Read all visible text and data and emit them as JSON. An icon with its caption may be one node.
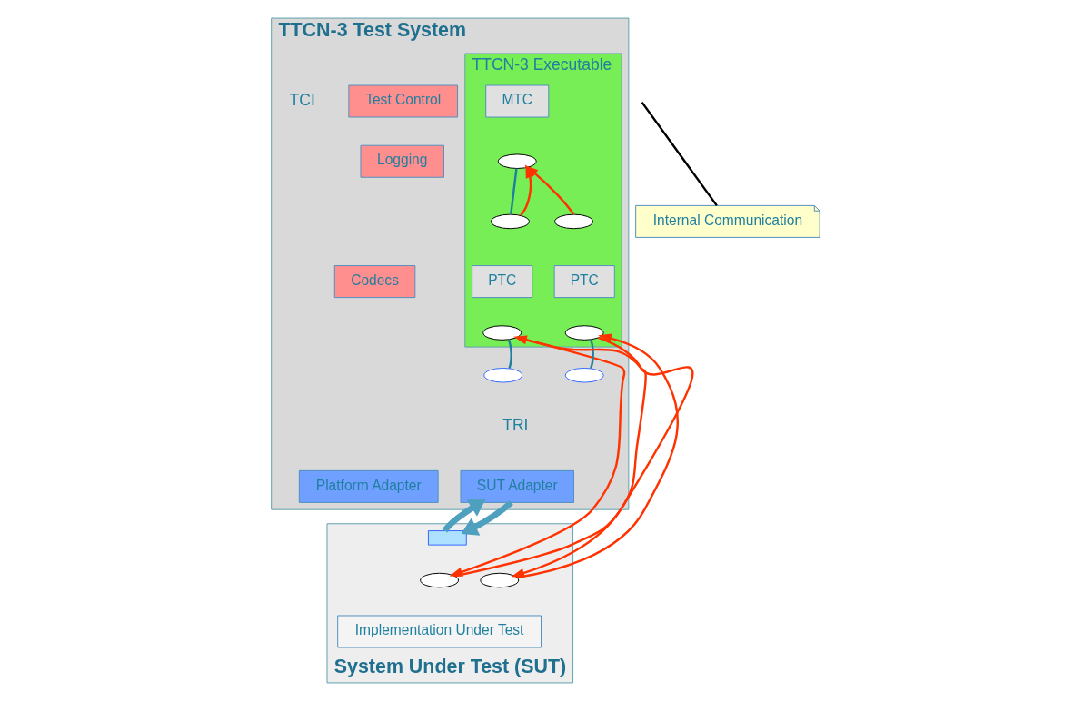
{
  "diagram": {
    "nodes": [
      {
        "text": [
          "TTCN-3 Test System"
        ]
      },
      {
        "text": [
          "TTCN-3 Executable"
        ],
        "in": 0
      },
      {
        "text": [
          "MTC"
        ],
        "in": 1
      },
      {
        "text": [
          "PTC"
        ],
        "in": 1
      },
      {
        "text": [
          "PTC"
        ],
        "in": 1
      },
      {
        "text": [
          "Test Control"
        ],
        "in": 0
      },
      {
        "text": [
          "Logging"
        ],
        "in": 0
      },
      {
        "text": [
          "Codecs"
        ],
        "in": 0
      },
      {
        "text": [
          "SUT Adapter"
        ],
        "in": 0
      },
      {
        "text": [
          "Platform Adapter"
        ],
        "in": 0
      },
      {
        "text": [
          "System Under Test (SUT)"
        ]
      },
      {
        "text": [
          "Implementation Under Test"
        ],
        "in": 10
      },
      {
        "text": [
          "Internal Communication"
        ]
      },
      {
        "text": [],
        "shape": "ellipse",
        "in": 1
      },
      {
        "text": [],
        "shape": "ellipse",
        "in": 1
      },
      {
        "text": [],
        "shape": "ellipse",
        "in": 1
      },
      {
        "text": [],
        "shape": "ellipse",
        "in": 1
      },
      {
        "text": [],
        "shape": "ellipse",
        "in": 1
      },
      {
        "text": [],
        "shape": "ellipse",
        "in": 0
      },
      {
        "text": [],
        "shape": "ellipse",
        "in": 0
      },
      {
        "text": [],
        "shape": "box",
        "in": 10
      },
      {
        "text": [],
        "shape": "ellipse",
        "in": 10
      },
      {
        "text": [],
        "shape": "ellipse",
        "in": 10
      }
    ],
    "edges": [
      {
        "from": 14,
        "to": 13,
        "arrow": "none",
        "color": "#1f7f9f"
      },
      {
        "from": 14,
        "to": 13,
        "arrow": "to"
      },
      {
        "from": 15,
        "to": 13,
        "arrow": "to"
      },
      {
        "from": 16,
        "to": 18,
        "arrow": "none",
        "color": "#1f7f9f"
      },
      {
        "from": 17,
        "to": 19,
        "arrow": "none",
        "color": "#1f7f9f"
      },
      {
        "from": 16,
        "to": 21,
        "arrow": "to"
      },
      {
        "from": 21,
        "to": 16,
        "arrow": "to"
      },
      {
        "from": 17,
        "to": 22,
        "arrow": "to"
      },
      {
        "from": 22,
        "to": 17,
        "arrow": "to"
      },
      {
        "from": 8,
        "to": 20,
        "arrow": "to",
        "style": "thick",
        "color": "#4f9fbf"
      },
      {
        "from": 20,
        "to": 8,
        "arrow": "to",
        "style": "thick",
        "color": "#4f9fbf"
      },
      {
        "from": 12,
        "to": null,
        "arrow": "none",
        "color": "#000000"
      }
    ],
    "labels": [
      "TCI",
      "TRI"
    ]
  }
}
